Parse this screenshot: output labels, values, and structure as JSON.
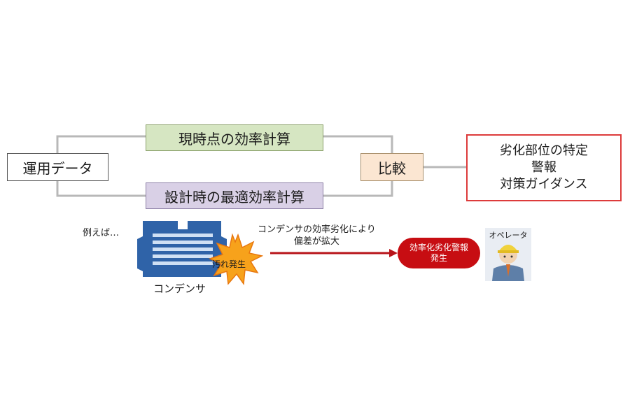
{
  "boxes": {
    "operation_data": "運用データ",
    "current_calc": "現時点の効率計算",
    "design_calc": "設計時の最適効率計算",
    "compare": "比較",
    "result_lines": [
      "劣化部位の特定",
      "警報",
      "対策ガイダンス"
    ]
  },
  "example": {
    "prefix": "例えば…",
    "condenser_label": "コンデンサ",
    "dirt_label": "汚れ発生",
    "arrow_lines": [
      "コンデンサの効率劣化により",
      "偏差が拡大"
    ],
    "alarm_lines": [
      "効率化劣化警報",
      "発生"
    ],
    "operator_label": "オペレータ"
  },
  "colors": {
    "connector": "#b8b8b8",
    "current_fill": "#d6e6c2",
    "design_fill": "#d9d0e6",
    "compare_fill": "#fbe6d2",
    "result_border": "#dd3b3b",
    "condenser": "#2f63a8",
    "alarm": "#c70d12",
    "burst": "#f7a21b"
  }
}
